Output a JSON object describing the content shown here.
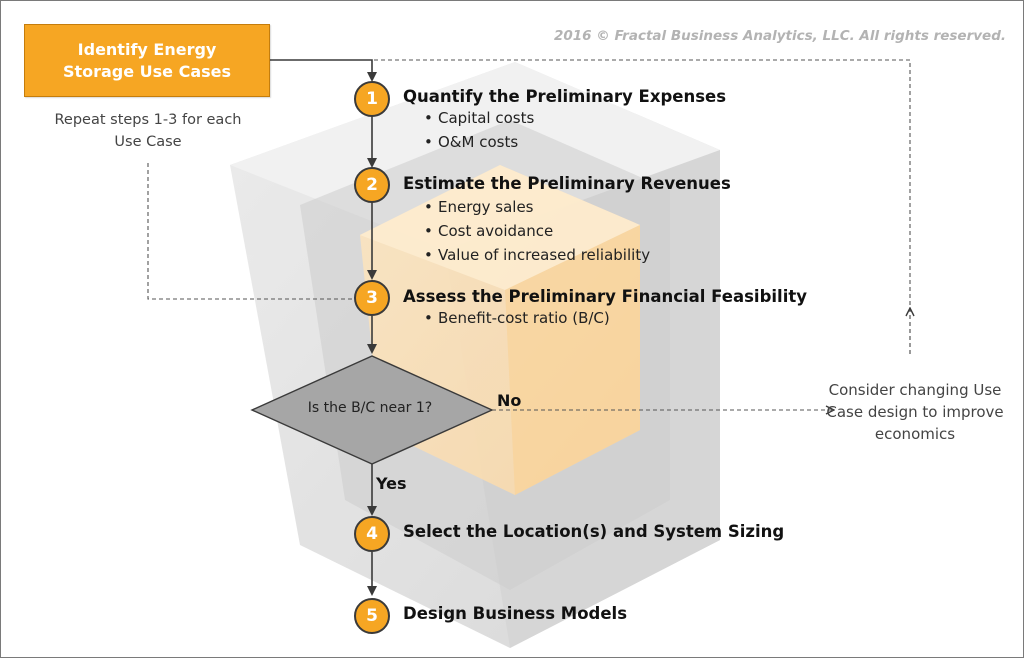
{
  "copyright": "2016 © Fractal Business Analytics, LLC. All rights reserved.",
  "start": {
    "label": "Identify Energy Storage Use Cases"
  },
  "repeat_note": "Repeat steps 1-3 for each Use Case",
  "steps": [
    {
      "number": "1",
      "title": "Quantify the Preliminary Expenses",
      "bullets": [
        "Capital costs",
        "O&M costs"
      ]
    },
    {
      "number": "2",
      "title": "Estimate the Preliminary Revenues",
      "bullets": [
        "Energy sales",
        "Cost avoidance",
        "Value of increased reliability"
      ]
    },
    {
      "number": "3",
      "title": "Assess the Preliminary Financial Feasibility",
      "bullets": [
        "Benefit-cost ratio (B/C)"
      ]
    },
    {
      "number": "4",
      "title": "Select the Location(s) and System Sizing",
      "bullets": []
    },
    {
      "number": "5",
      "title": "Design Business Models",
      "bullets": []
    }
  ],
  "decision": {
    "question": "Is the B/C near 1?",
    "no_label": "No",
    "yes_label": "Yes"
  },
  "feedback_note": "Consider changing Use Case design to improve economics",
  "colors": {
    "accent": "#f6a623",
    "decision_fill": "#a6a6a6",
    "connector": "#3a3a3a"
  }
}
